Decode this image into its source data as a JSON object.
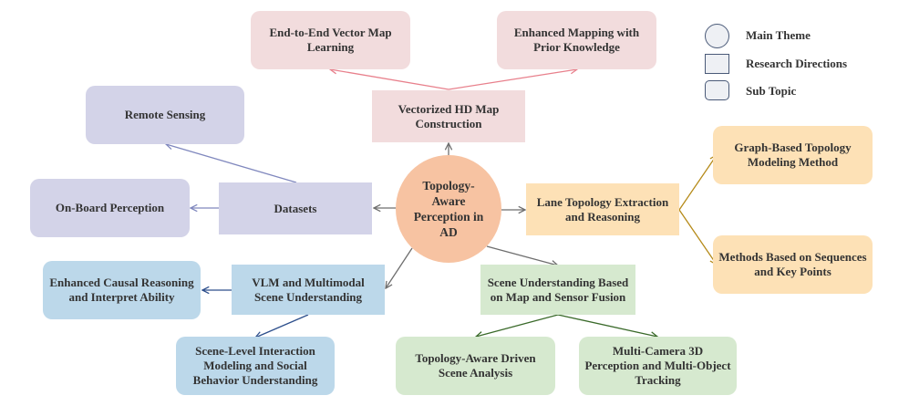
{
  "main_theme": "Topology-Aware Perception in AD",
  "legend": {
    "main_theme": "Main Theme",
    "research_directions": "Research Directions",
    "sub_topic": "Sub Topic"
  },
  "directions": {
    "vectorized": "Vectorized HD Map Construction",
    "lane_topology": "Lane Topology Extraction and Reasoning",
    "scene_understanding": "Scene Understanding Based on Map and Sensor Fusion",
    "vlm": "VLM and Multimodal Scene Understanding",
    "datasets": "Datasets"
  },
  "subtopics": {
    "end_to_end": "End-to-End Vector Map Learning",
    "enhanced_mapping": "Enhanced Mapping with Prior Knowledge",
    "graph_based": "Graph-Based Topology Modeling Method",
    "sequences": "Methods Based on Sequences and Key Points",
    "topology_driven": "Topology-Aware Driven Scene Analysis",
    "multi_camera": "Multi-Camera 3D Perception and Multi-Object Tracking",
    "causal": "Enhanced Causal Reasoning and Interpret Ability",
    "scene_level": "Scene-Level Interaction Modeling and Social Behavior Understanding",
    "remote_sensing": "Remote Sensing",
    "on_board": "On-Board Perception"
  },
  "colors": {
    "main": "#f7c3a2",
    "pink": "#f2dcdd",
    "orange": "#fde1b6",
    "green": "#d6e9cf",
    "blue": "#bcd8ea",
    "purple": "#d3d3e8",
    "arrow_gray": "#6e6e6e",
    "arrow_pink": "#e8808c",
    "arrow_gold": "#b58a18",
    "arrow_green": "#3a6a2a",
    "arrow_blue": "#2d4f8c",
    "arrow_purple": "#8088be"
  }
}
